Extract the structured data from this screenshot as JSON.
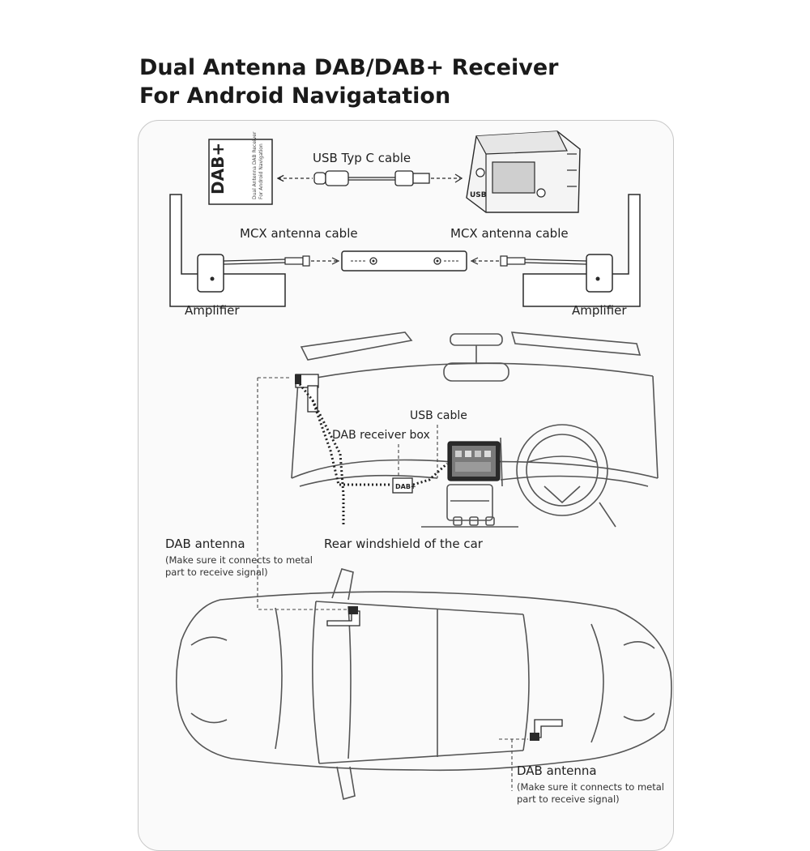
{
  "title": {
    "line1": "Dual Antenna DAB/DAB+ Receiver",
    "line2": "For Android Navigatation"
  },
  "labels": {
    "usb_typ_c_cable": "USB Typ C cable",
    "mcx_cable_left": "MCX antenna cable",
    "mcx_cable_right": "MCX antenna cable",
    "amplifier_left": "Amplifier",
    "amplifier_right": "Amplifier",
    "usb_cable": "USB cable",
    "dab_receiver_box": "DAB receiver box",
    "rear_windshield": "Rear windshield of the car",
    "dab_antenna_left": "DAB antenna",
    "dab_antenna_left_note_1": "(Make sure it connects to metal",
    "dab_antenna_left_note_2": "part to receive signal)",
    "dab_antenna_right": "DAB antenna",
    "dab_antenna_right_note_1": "(Make sure it connects to metal",
    "dab_antenna_right_note_2": "part to receive signal)"
  },
  "package": {
    "logo": "DAB+",
    "side_text_1": "Dual Antenna DAB Receiver",
    "side_text_2": "For Android Navigation"
  },
  "head_unit": {
    "usb_label": "USB"
  },
  "colors": {
    "line": "#2a2a2a",
    "light_line": "#777777",
    "card_border": "#c8c8c8",
    "text": "#1a1a1a"
  }
}
